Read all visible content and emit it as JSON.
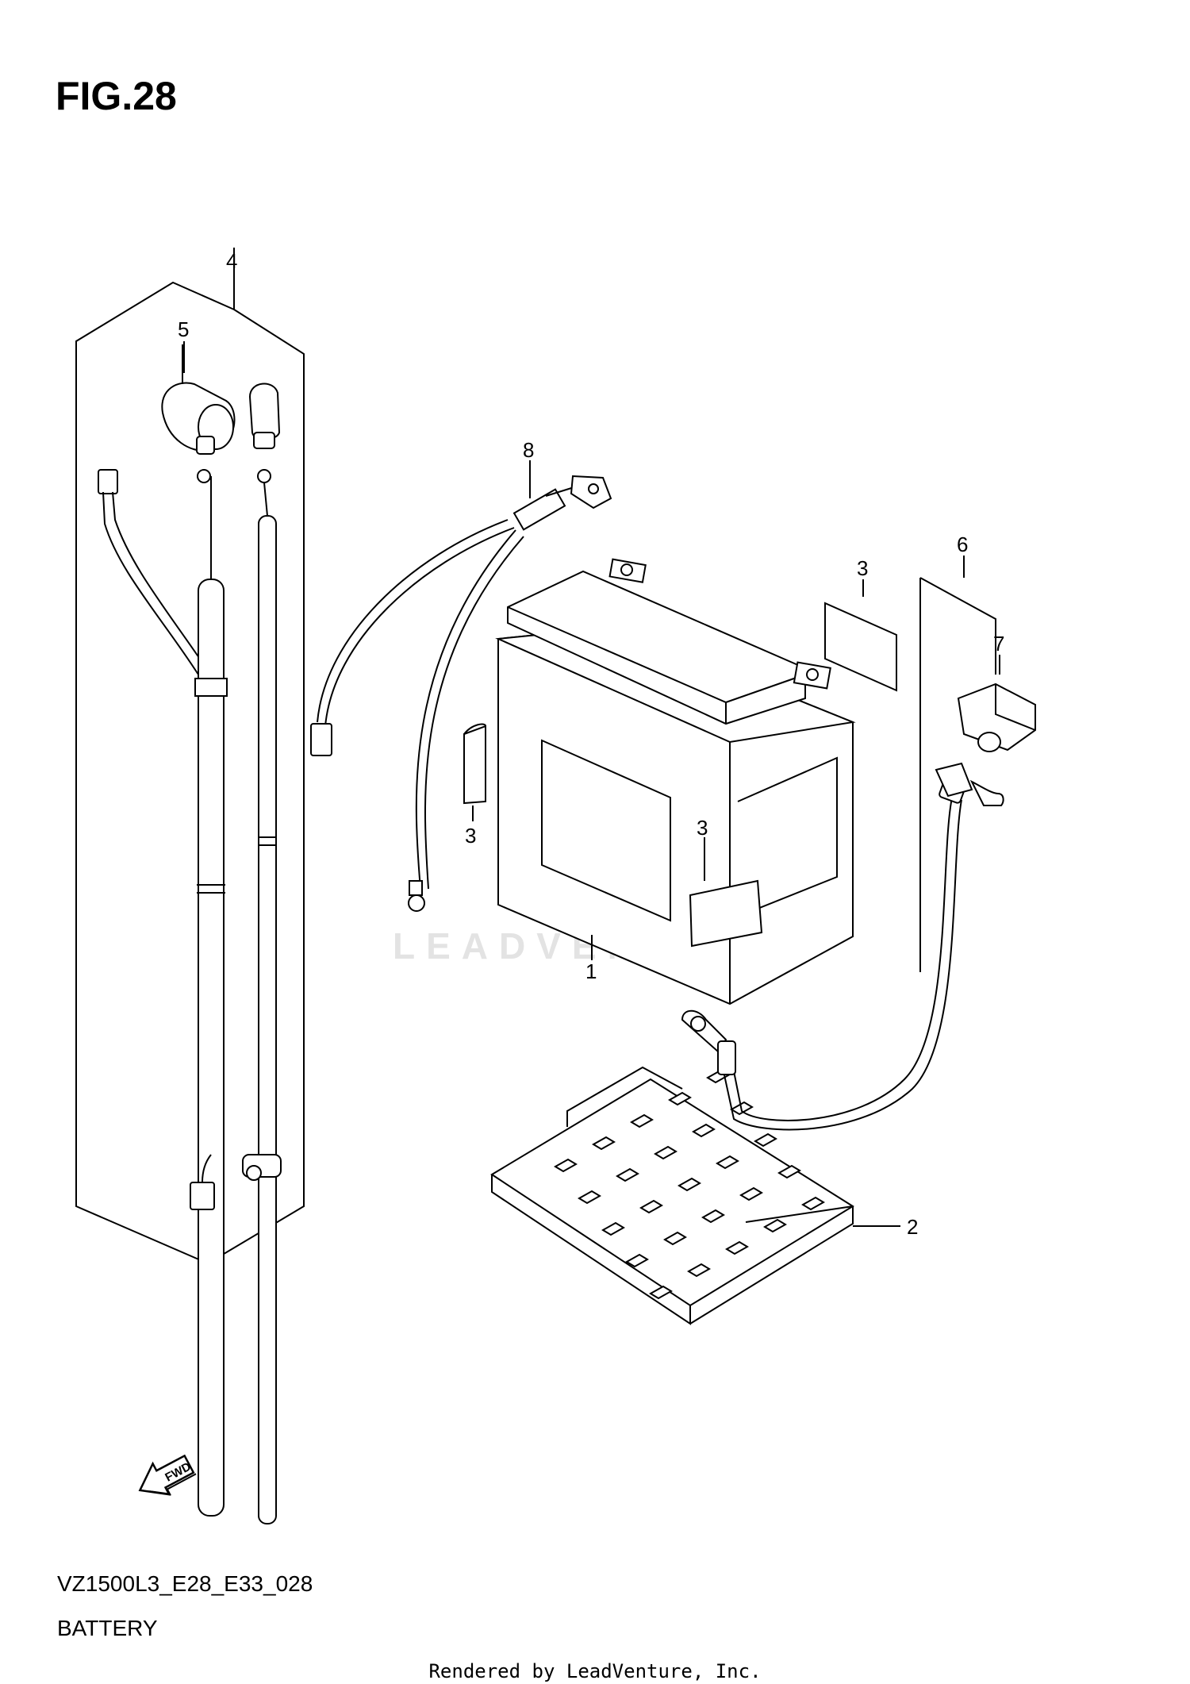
{
  "figure_title": "FIG.28",
  "diagram_code": "VZ1500L3_E28_E33_028",
  "diagram_name": "BATTERY",
  "footer_credit": "Rendered by LeadVenture, Inc.",
  "watermark": "LEADVENTURE",
  "fwd_label": "FWD",
  "callouts": {
    "c1": "1",
    "c2": "2",
    "c3a": "3",
    "c3b": "3",
    "c3c": "3",
    "c4": "4",
    "c5": "5",
    "c6": "6",
    "c7": "7",
    "c8": "8"
  },
  "colors": {
    "line": "#000000",
    "background": "#ffffff",
    "watermark": "#e3e3e3"
  }
}
